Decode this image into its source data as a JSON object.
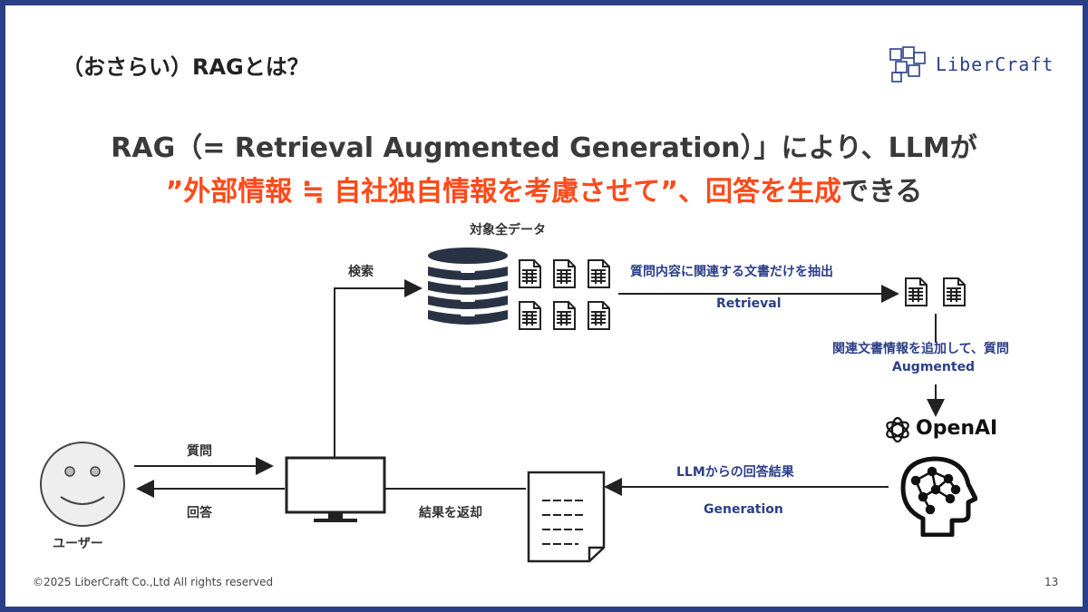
{
  "slide_title": "（おさらい）RAGとは？",
  "logo_text": "LiberCraft",
  "headline": {
    "line1": "RAG（= Retrieval Augmented Generation）」により、LLMが",
    "line2_highlight_1": "”外部情報 ≒ 自社独自情報を考慮させて”、回答を生成",
    "line2_tail": "できる"
  },
  "diagram": {
    "all_data_label": "対象全データ",
    "search_label": "検索",
    "retrieval_desc": "質問内容に関連する文書だけを抽出",
    "retrieval_label": "Retrieval",
    "augment_desc": "関連文書情報を追加して、質問",
    "augment_label": "Augmented",
    "openai_label": "OpenAI",
    "llm_result_desc": "LLMからの回答結果",
    "generation_label": "Generation",
    "question_label": "質問",
    "answer_label": "回答",
    "return_label": "結果を返却",
    "user_label": "ユーザー"
  },
  "footer": {
    "copyright": "©2025 LiberCraft Co.,Ltd All rights reserved",
    "page_number": "13"
  },
  "colors": {
    "frame": "#2b3f88",
    "accent_orange": "#ff4a1a",
    "navy_text": "#2b3f88",
    "icon_dark": "#2a3344"
  }
}
